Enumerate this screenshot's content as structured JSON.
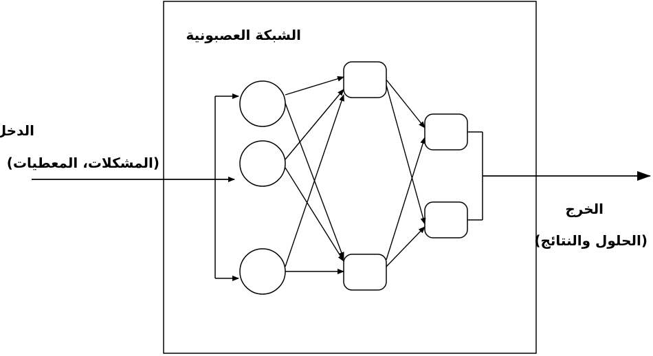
{
  "title": "الشبكة العصبونية",
  "input": {
    "label": "الدخل",
    "detail": "(المشكلات، المعطيات)"
  },
  "output": {
    "label": "الخرج",
    "detail": "(الحلول والنتائج)"
  },
  "network": {
    "input_nodes": 3,
    "hidden_nodes": 2,
    "output_nodes": 2
  }
}
